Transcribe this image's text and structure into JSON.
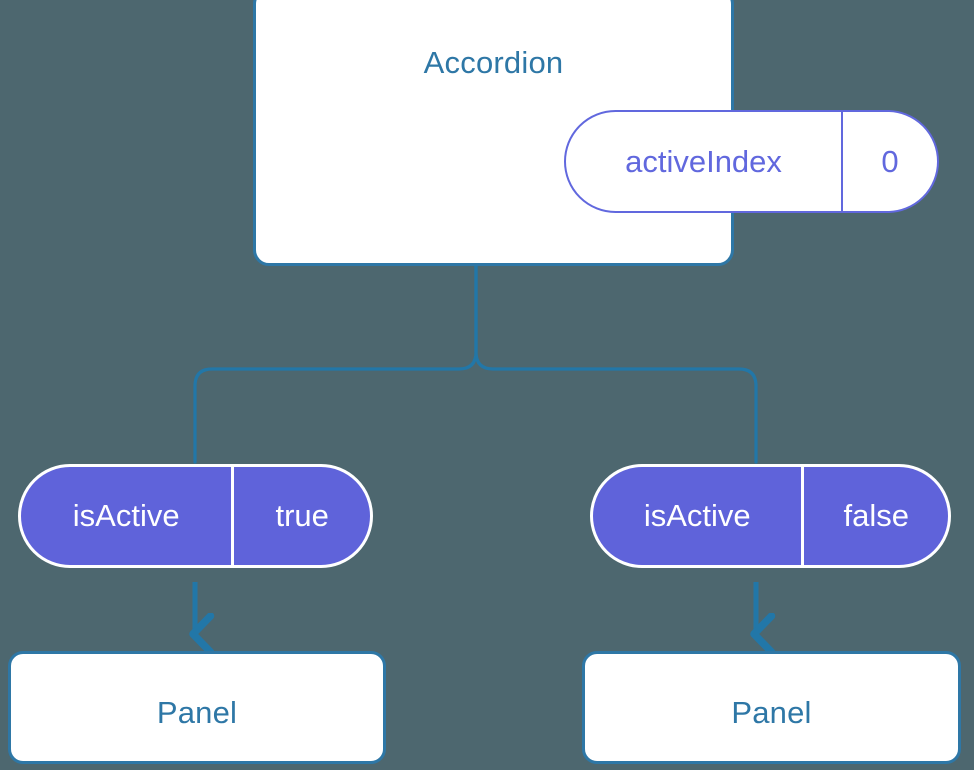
{
  "diagram": {
    "type": "component-tree",
    "background_color": "#4d676f",
    "colors": {
      "card_border": "#2e77a6",
      "card_fill": "#ffffff",
      "title_text": "#2e77a6",
      "pill_outline": "#6168de",
      "pill_fill": "#5f63da",
      "pill_fill_text": "#ffffff",
      "connector": "#2277a8"
    }
  },
  "root": {
    "title": "Accordion",
    "state": {
      "key": "activeIndex",
      "value": "0"
    }
  },
  "branches": [
    {
      "prop": {
        "key": "isActive",
        "value": "true"
      },
      "child": {
        "title": "Panel"
      }
    },
    {
      "prop": {
        "key": "isActive",
        "value": "false"
      },
      "child": {
        "title": "Panel"
      }
    }
  ]
}
